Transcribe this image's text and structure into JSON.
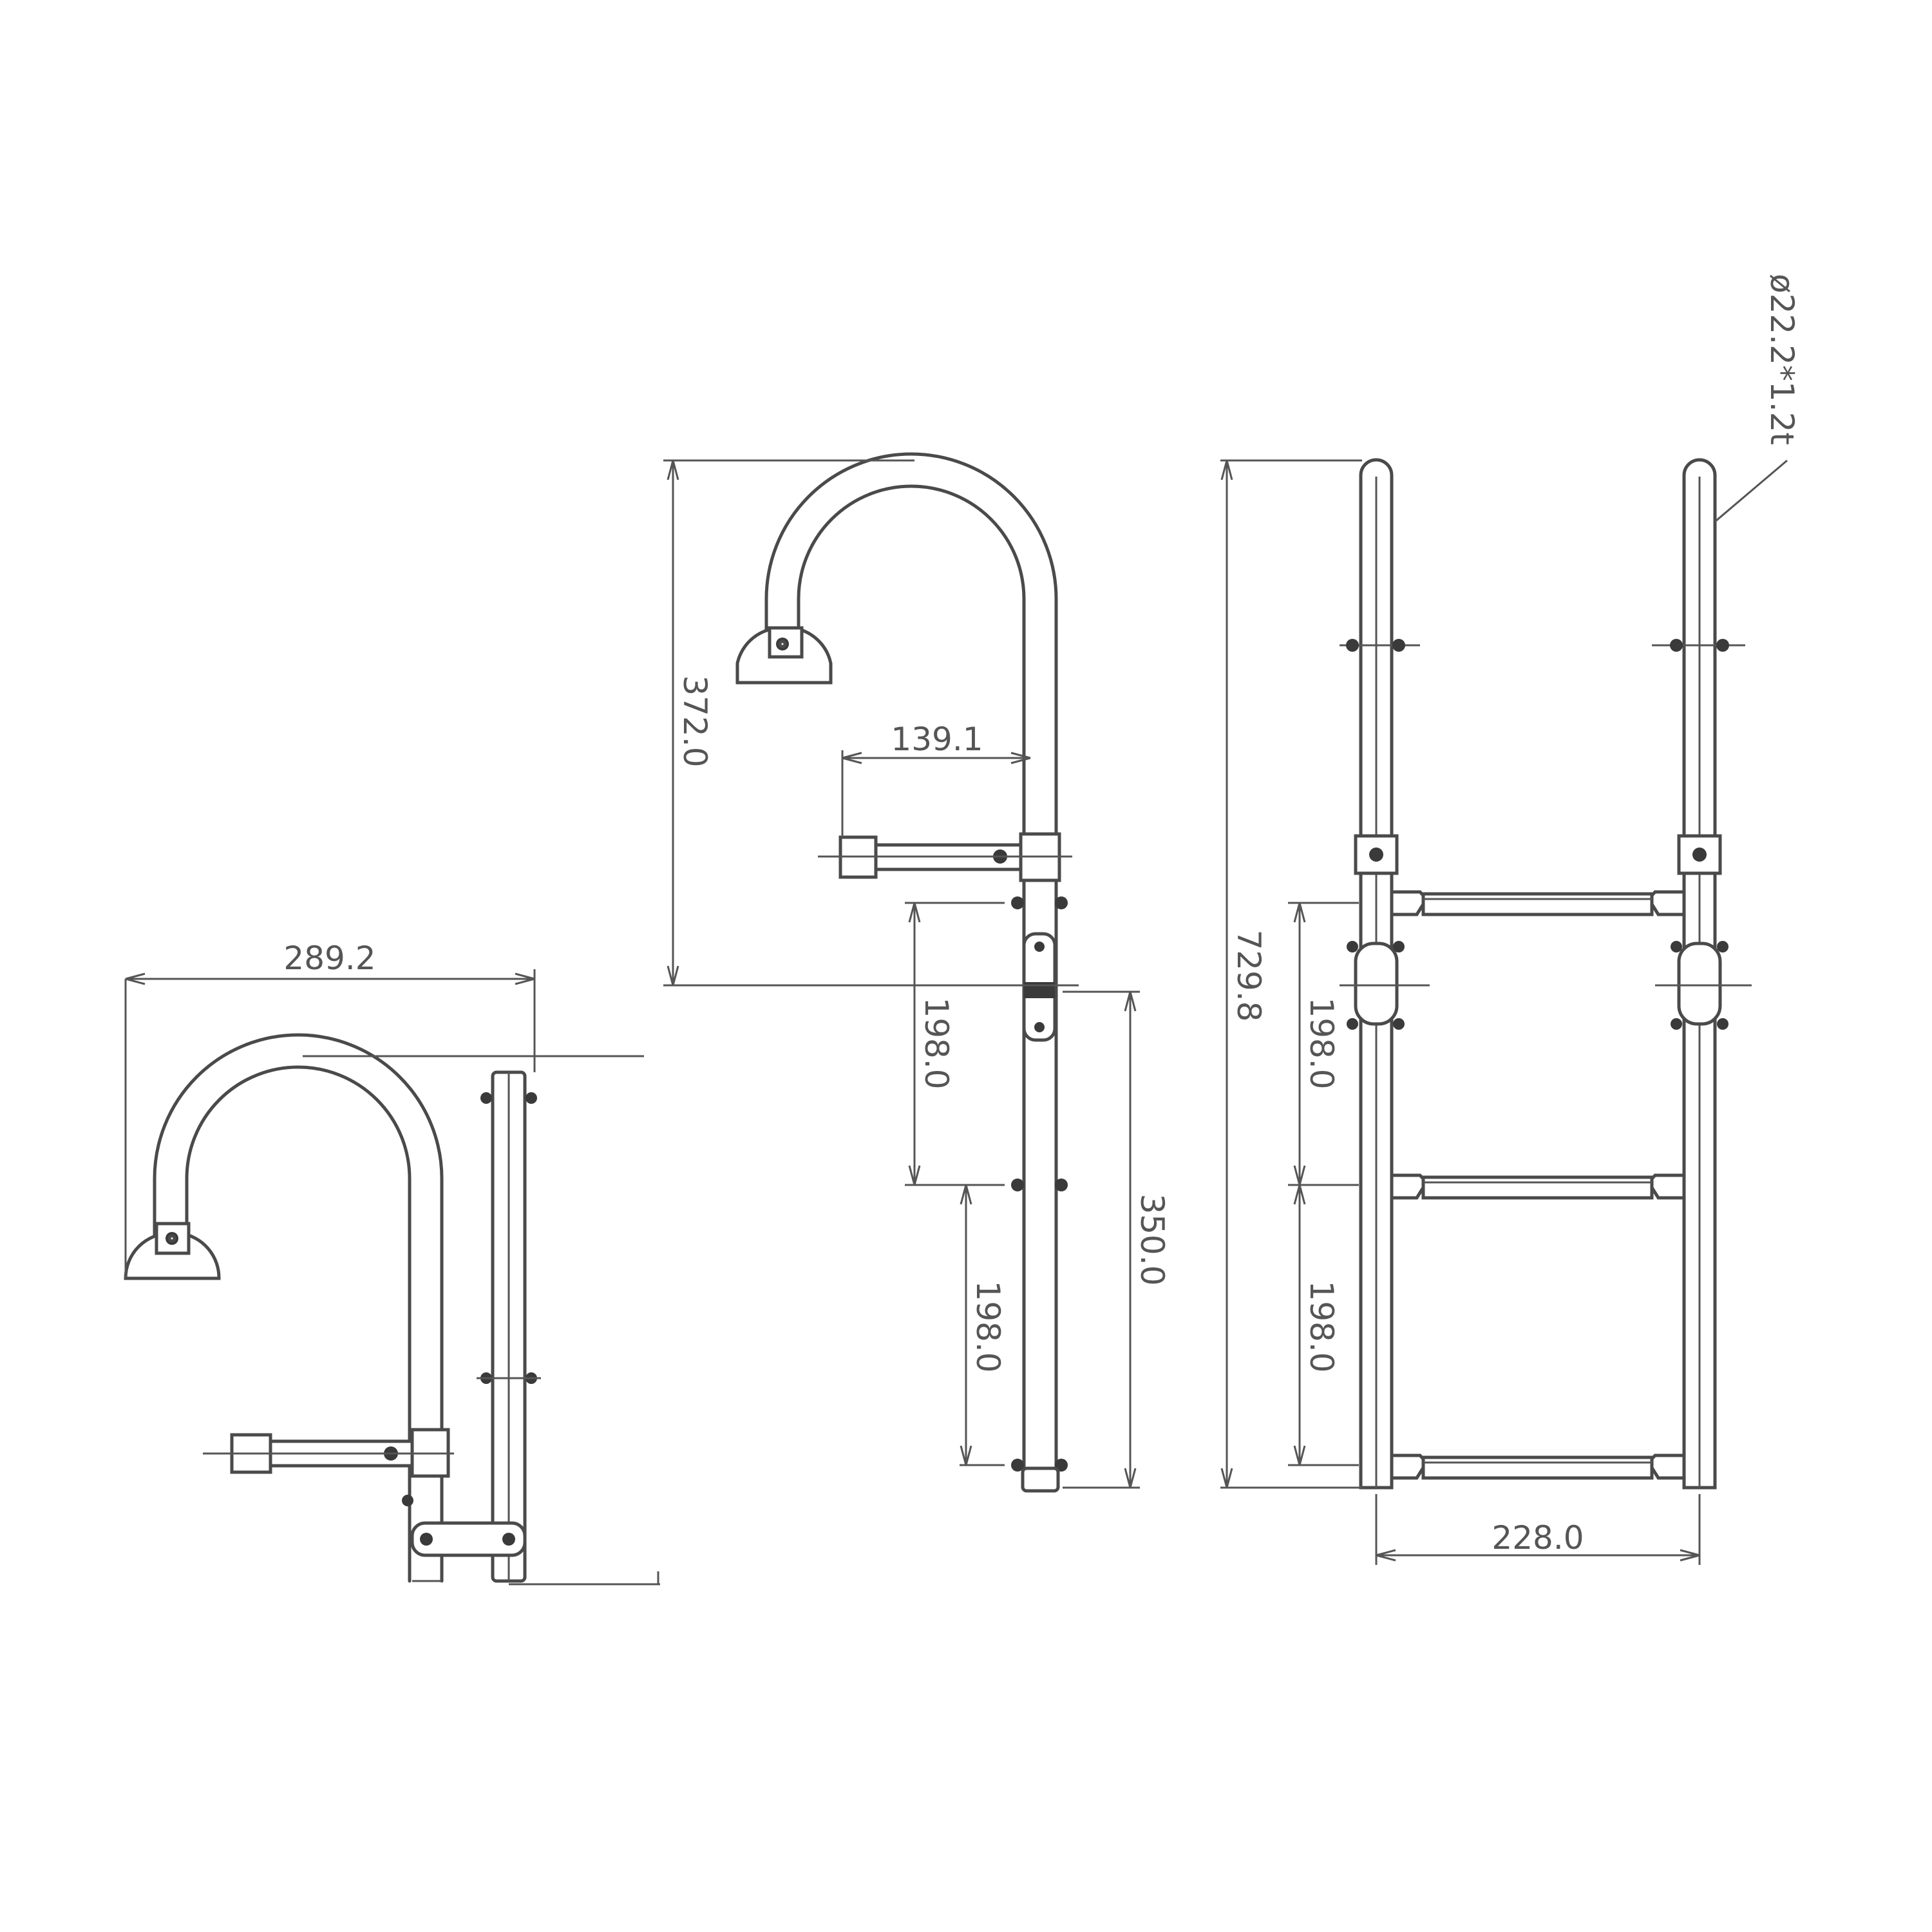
{
  "dimensions": {
    "side_view_width": "289.2",
    "hook_height": "372.0",
    "handle_offset": "139.1",
    "step_spacing_upper": "198.0",
    "step_spacing_lower": "198.0",
    "lower_section_height": "350.0",
    "overall_height": "729.8",
    "front_step_spacing_upper": "198.0",
    "front_step_spacing_lower": "198.0",
    "ladder_width": "228.0",
    "tube_spec": "ø22.2*1.2t"
  },
  "colors": {
    "line": "#4a4a4a",
    "dimension": "#555555",
    "background": "#ffffff"
  }
}
